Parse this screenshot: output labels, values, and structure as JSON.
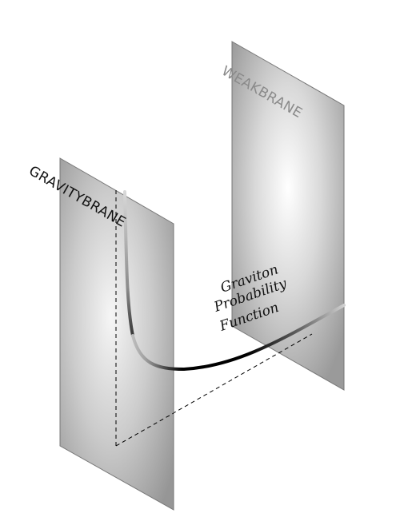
{
  "labels": {
    "weak_brane": "WEAKBRANE",
    "gravity_brane": "GRAVITYBRANE",
    "function_line1": "Graviton",
    "function_line2": "Probability",
    "function_line3": "Function"
  },
  "colors": {
    "weak_label": "#8a8a8a",
    "gravity_label": "#111111",
    "brane_edge": "#777777",
    "curve_dark": "#000000",
    "curve_light": "#bdbdbd"
  }
}
